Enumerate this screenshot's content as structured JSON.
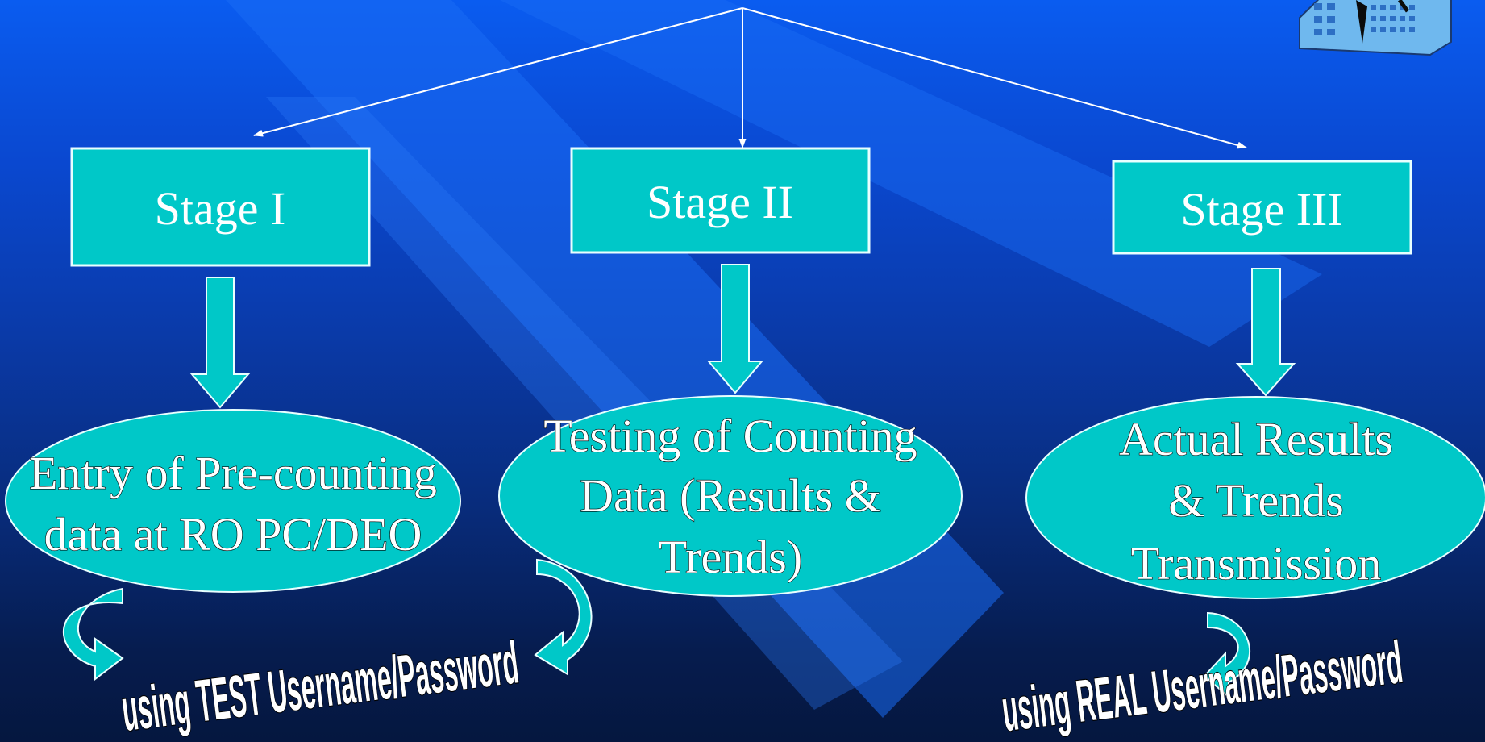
{
  "colors": {
    "accent": "#00c8c8",
    "box_border": "#e8ffff",
    "connector": "#ffffff"
  },
  "stages": [
    {
      "label": "Stage I"
    },
    {
      "label": "Stage II"
    },
    {
      "label": "Stage III"
    }
  ],
  "outcomes": [
    {
      "lines": [
        "Entry of Pre-counting",
        "data at RO PC/DEO"
      ]
    },
    {
      "lines": [
        "Testing of Counting",
        "Data (Results &",
        "Trends)"
      ]
    },
    {
      "lines": [
        "Actual Results",
        "& Trends",
        "Transmission"
      ]
    }
  ],
  "credentials": {
    "test": "using TEST Username/Password",
    "real": "using REAL Username/Password"
  },
  "icons": {
    "building": "building-icon"
  }
}
